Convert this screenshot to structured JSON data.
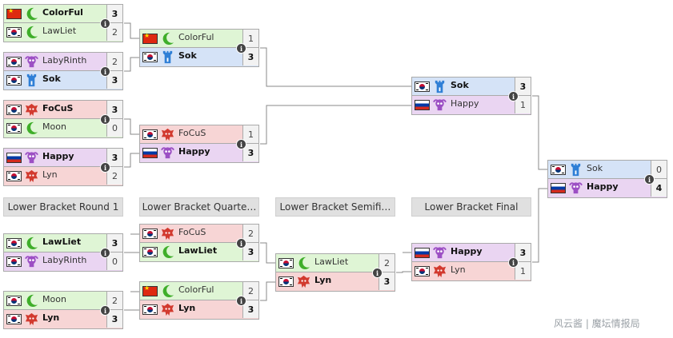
{
  "colors": {
    "nightelf": "#dff5d5",
    "undead": "#ead5f2",
    "human": "#d5e3f7",
    "orc": "#f7d5d5",
    "border": "#aaaaaa",
    "round_header": "#e0e0e0"
  },
  "icons": {
    "nightelf": "moon-icon",
    "undead": "skull-icon",
    "human": "tower-icon",
    "orc": "orc-icon"
  },
  "round_headers": {
    "lb_r1": "Lower Bracket Round 1",
    "lb_qf": "Lower Bracket Quarte…",
    "lb_sf": "Lower Bracket Semifi…",
    "lb_f": "Lower Bracket Final"
  },
  "matches": {
    "ub1": [
      {
        "flag": "cn",
        "race": "nightelf",
        "name": "ColorFul",
        "score": "3",
        "winner": true
      },
      {
        "flag": "kr",
        "race": "nightelf",
        "name": "LawLiet",
        "score": "2",
        "winner": false
      }
    ],
    "ub2": [
      {
        "flag": "kr",
        "race": "undead",
        "name": "LabyRinth",
        "score": "2",
        "winner": false
      },
      {
        "flag": "kr",
        "race": "human",
        "name": "Sok",
        "score": "3",
        "winner": true
      }
    ],
    "ub3": [
      {
        "flag": "kr",
        "race": "orc",
        "name": "FoCuS",
        "score": "3",
        "winner": true
      },
      {
        "flag": "kr",
        "race": "nightelf",
        "name": "Moon",
        "score": "0",
        "winner": false
      }
    ],
    "ub4": [
      {
        "flag": "ru",
        "race": "undead",
        "name": "Happy",
        "score": "3",
        "winner": true
      },
      {
        "flag": "kr",
        "race": "orc",
        "name": "Lyn",
        "score": "2",
        "winner": false
      }
    ],
    "ubsf1": [
      {
        "flag": "cn",
        "race": "nightelf",
        "name": "ColorFul",
        "score": "1",
        "winner": false
      },
      {
        "flag": "kr",
        "race": "human",
        "name": "Sok",
        "score": "3",
        "winner": true
      }
    ],
    "ubsf2": [
      {
        "flag": "kr",
        "race": "orc",
        "name": "FoCuS",
        "score": "1",
        "winner": false
      },
      {
        "flag": "ru",
        "race": "undead",
        "name": "Happy",
        "score": "3",
        "winner": true
      }
    ],
    "ubf": [
      {
        "flag": "kr",
        "race": "human",
        "name": "Sok",
        "score": "3",
        "winner": true
      },
      {
        "flag": "ru",
        "race": "undead",
        "name": "Happy",
        "score": "1",
        "winner": false
      }
    ],
    "gf": [
      {
        "flag": "kr",
        "race": "human",
        "name": "Sok",
        "score": "0",
        "winner": false
      },
      {
        "flag": "ru",
        "race": "undead",
        "name": "Happy",
        "score": "4",
        "winner": true
      }
    ],
    "lb1": [
      {
        "flag": "kr",
        "race": "nightelf",
        "name": "LawLiet",
        "score": "3",
        "winner": true
      },
      {
        "flag": "kr",
        "race": "undead",
        "name": "LabyRinth",
        "score": "0",
        "winner": false
      }
    ],
    "lb2": [
      {
        "flag": "kr",
        "race": "nightelf",
        "name": "Moon",
        "score": "2",
        "winner": false
      },
      {
        "flag": "kr",
        "race": "orc",
        "name": "Lyn",
        "score": "3",
        "winner": true
      }
    ],
    "lbqf1": [
      {
        "flag": "kr",
        "race": "orc",
        "name": "FoCuS",
        "score": "2",
        "winner": false
      },
      {
        "flag": "kr",
        "race": "nightelf",
        "name": "LawLiet",
        "score": "3",
        "winner": true
      }
    ],
    "lbqf2": [
      {
        "flag": "cn",
        "race": "nightelf",
        "name": "ColorFul",
        "score": "2",
        "winner": false
      },
      {
        "flag": "kr",
        "race": "orc",
        "name": "Lyn",
        "score": "3",
        "winner": true
      }
    ],
    "lbsf": [
      {
        "flag": "kr",
        "race": "nightelf",
        "name": "LawLiet",
        "score": "2",
        "winner": false
      },
      {
        "flag": "kr",
        "race": "orc",
        "name": "Lyn",
        "score": "3",
        "winner": true
      }
    ],
    "lbf": [
      {
        "flag": "ru",
        "race": "undead",
        "name": "Happy",
        "score": "3",
        "winner": true
      },
      {
        "flag": "kr",
        "race": "orc",
        "name": "Lyn",
        "score": "1",
        "winner": false
      }
    ]
  },
  "watermark": "风云酱 | 魔坛情报局"
}
